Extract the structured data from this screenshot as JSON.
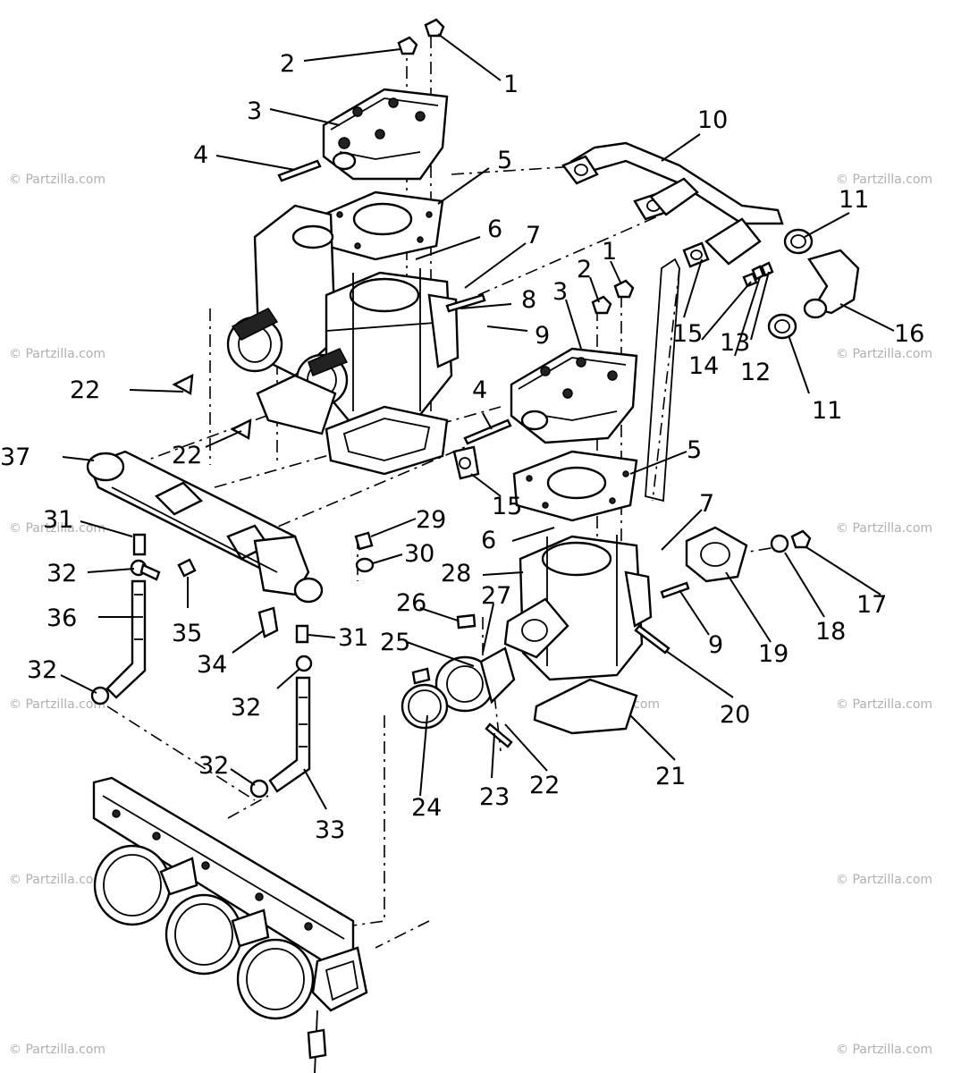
{
  "watermark": "© Partzilla.com",
  "callouts": {
    "c1a": "1",
    "c1b": "1",
    "c2a": "2",
    "c2b": "2",
    "c3a": "3",
    "c3b": "3",
    "c4a": "4",
    "c4b": "4",
    "c5a": "5",
    "c5b": "5",
    "c6a": "6",
    "c6b": "6",
    "c7a": "7",
    "c7b": "7",
    "c8": "8",
    "c9a": "9",
    "c9b": "9",
    "c10": "10",
    "c11a": "11",
    "c11b": "11",
    "c12": "12",
    "c13": "13",
    "c14": "14",
    "c15a": "15",
    "c15b": "15",
    "c16": "16",
    "c17": "17",
    "c18": "18",
    "c19": "19",
    "c20": "20",
    "c21": "21",
    "c22a": "22",
    "c22b": "22",
    "c22c": "22",
    "c23": "23",
    "c24": "24",
    "c25": "25",
    "c26": "26",
    "c27": "27",
    "c28": "28",
    "c29": "29",
    "c30": "30",
    "c31a": "31",
    "c31b": "31",
    "c32a": "32",
    "c32b": "32",
    "c32c": "32",
    "c32d": "32",
    "c33": "33",
    "c34": "34",
    "c35": "35",
    "c36": "36",
    "c37": "37"
  }
}
